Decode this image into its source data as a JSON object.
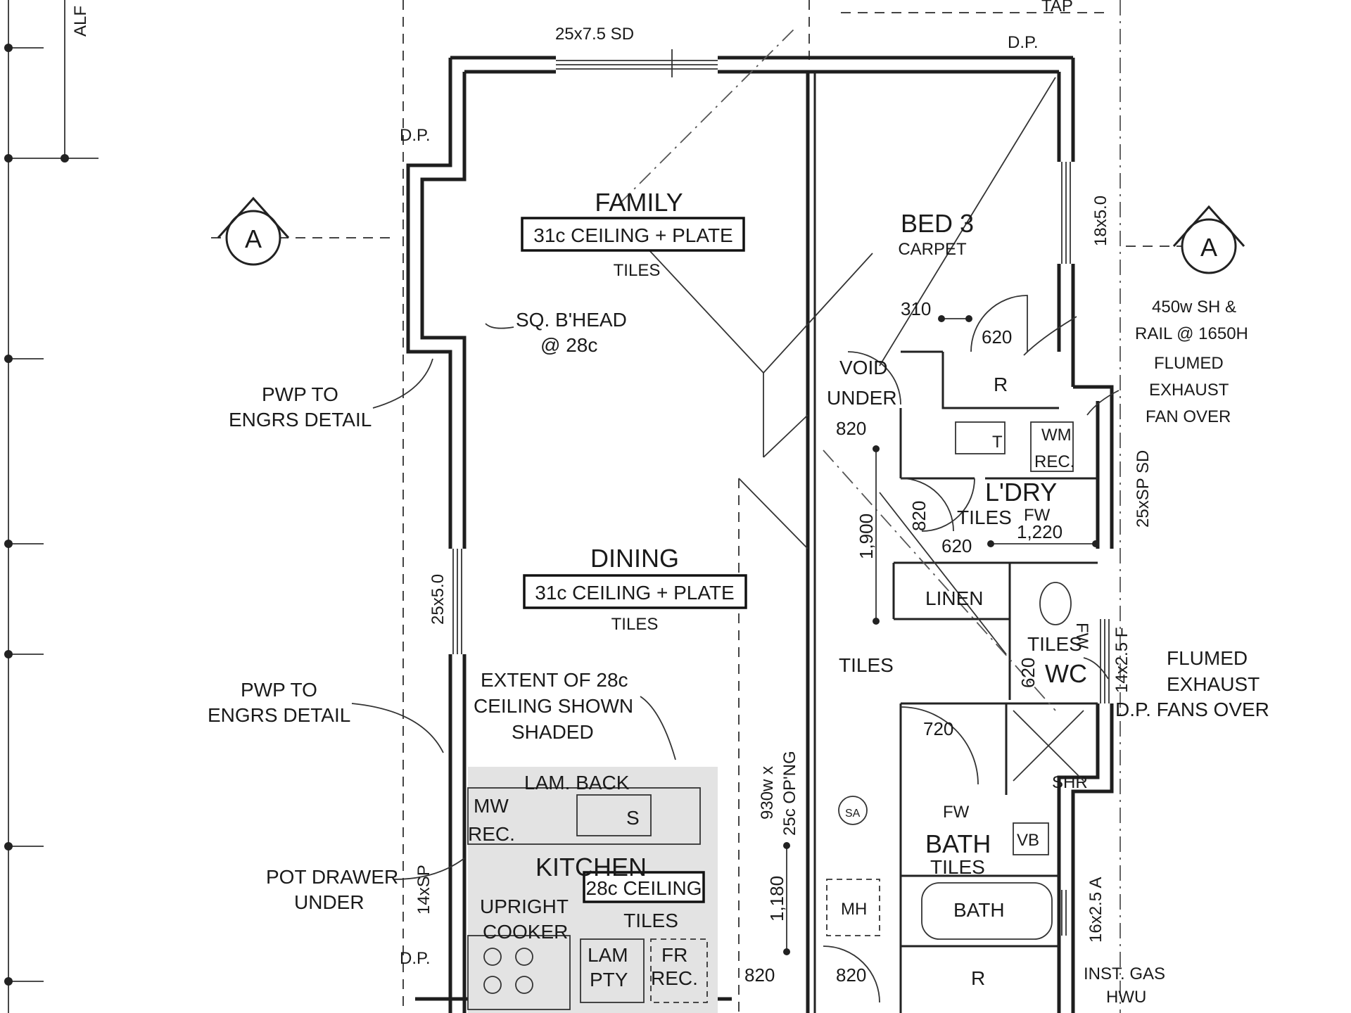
{
  "labels": {
    "top_left_vertical": "ALF",
    "tap": "TAP",
    "dp_top": "D.P.",
    "dp_left_top": "D.P.",
    "dp_left_bottom": "D.P.",
    "dp_right": "D.P. FANS OVER",
    "window_top": "25x7.5 SD",
    "family": "FAMILY",
    "family_ceiling": "31c CEILING + PLATE",
    "family_floor": "TILES",
    "dining": "DINING",
    "dining_ceiling": "31c CEILING + PLATE",
    "dining_floor": "TILES",
    "sq_bhead_1": "SQ. B'HEAD",
    "sq_bhead_2": "@ 28c",
    "pwp_1a": "PWP TO",
    "pwp_1b": "ENGRS DETAIL",
    "pwp_2a": "PWP TO",
    "pwp_2b": "ENGRS DETAIL",
    "extent_1": "EXTENT OF 28c",
    "extent_2": "CEILING SHOWN",
    "extent_3": "SHADED",
    "lam_back": "LAM. BACK",
    "mw": "MW",
    "rec": "REC.",
    "sink": "S",
    "kitchen": "KITCHEN",
    "kitchen_ceiling": "28c CEILING",
    "kitchen_floor": "TILES",
    "upright_1": "UPRIGHT",
    "upright_2": "COOKER",
    "lam_pty_1": "LAM",
    "lam_pty_2": "PTY",
    "fr_1": "FR",
    "fr_2": "REC.",
    "pot_1": "POT DRAWER",
    "pot_2": "UNDER",
    "window_left": "25x5.0",
    "window_14sp": "14xSP",
    "opening_1": "930w x",
    "opening_2": "25c OP'NG",
    "bed3": "BED 3",
    "bed3_floor": "CARPET",
    "sh_rail_1": "450w SH &",
    "sh_rail_2": "RAIL @ 1650H",
    "flumed_1a": "FLUMED",
    "flumed_1b": "EXHAUST",
    "flumed_1c": "FAN OVER",
    "window_bed": "18x5.0",
    "void_1": "VOID",
    "void_2": "UNDER",
    "robe": "R",
    "robe_2": "R",
    "trough": "T",
    "wm_1": "WM",
    "wm_2": "REC.",
    "laundry": "L'DRY",
    "laundry_floor": "TILES",
    "fw_1": "FW",
    "fw_2": "FW",
    "fw_3": "FW",
    "window_sd": "25xSP SD",
    "linen": "LINEN",
    "wc": "WC",
    "wc_floor": "TILES",
    "window_wc": "14x2.5 F",
    "flumed_2a": "FLUMED",
    "flumed_2b": "EXHAUST",
    "hall_floor": "TILES",
    "shr": "SHR",
    "bath_room": "BATH",
    "bath_floor": "TILES",
    "bath_tub": "BATH",
    "vb": "VB",
    "sa": "SA",
    "mh": "MH",
    "window_bath": "16x2.5 A",
    "gas_1": "INST. GAS",
    "gas_2": "HWU",
    "section": "A",
    "section_2": "A"
  },
  "dimensions": {
    "d310": "310",
    "d620_bed": "620",
    "d820_void": "820",
    "d1900": "1,900",
    "d820_ldry": "820",
    "d620_ldry": "620",
    "d1220": "1,220",
    "d620_wc": "620",
    "d720": "720",
    "d1180": "1,180",
    "d820_kit": "820",
    "d820_hall": "820"
  }
}
